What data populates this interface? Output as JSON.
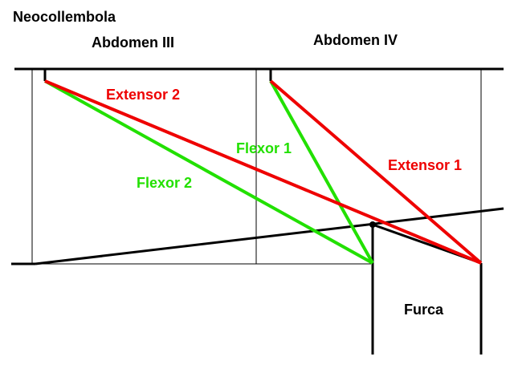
{
  "title": "Neocollembola",
  "segments": {
    "abdomen3": "Abdomen III",
    "abdomen4": "Abdomen IV"
  },
  "muscles": {
    "extensor2": "Extensor 2",
    "extensor1": "Extensor 1",
    "flexor1": "Flexor 1",
    "flexor2": "Flexor 2"
  },
  "appendage": "Furca",
  "colors": {
    "extensor": "#ee0000",
    "flexor": "#22e000",
    "structure": "#000000",
    "background": "#ffffff"
  }
}
